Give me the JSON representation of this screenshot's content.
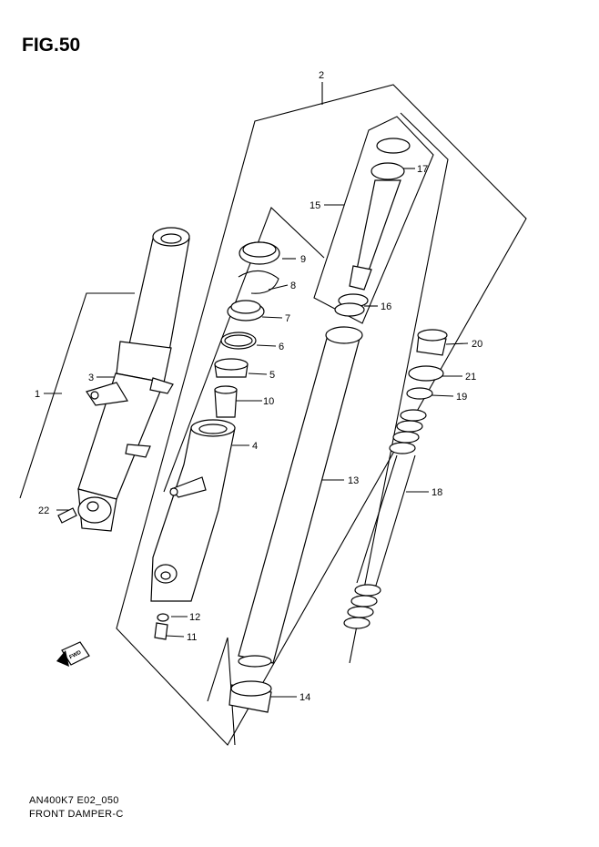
{
  "figure": {
    "title": "FIG.50"
  },
  "footer": {
    "model_code": "AN400K7 E02_050",
    "section_name": "FRONT DAMPER-C"
  },
  "direction_badge": {
    "text": "FWD"
  },
  "callouts": [
    {
      "id": "c1",
      "label": "1"
    },
    {
      "id": "c2",
      "label": "2"
    },
    {
      "id": "c3",
      "label": "3"
    },
    {
      "id": "c4",
      "label": "4"
    },
    {
      "id": "c5",
      "label": "5"
    },
    {
      "id": "c6",
      "label": "6"
    },
    {
      "id": "c7",
      "label": "7"
    },
    {
      "id": "c8",
      "label": "8"
    },
    {
      "id": "c9",
      "label": "9"
    },
    {
      "id": "c10",
      "label": "10"
    },
    {
      "id": "c11",
      "label": "11"
    },
    {
      "id": "c12",
      "label": "12"
    },
    {
      "id": "c13",
      "label": "13"
    },
    {
      "id": "c14",
      "label": "14"
    },
    {
      "id": "c15",
      "label": "15"
    },
    {
      "id": "c16",
      "label": "16"
    },
    {
      "id": "c17",
      "label": "17"
    },
    {
      "id": "c18",
      "label": "18"
    },
    {
      "id": "c19",
      "label": "19"
    },
    {
      "id": "c20",
      "label": "20"
    },
    {
      "id": "c21",
      "label": "21"
    },
    {
      "id": "c22",
      "label": "22"
    }
  ]
}
